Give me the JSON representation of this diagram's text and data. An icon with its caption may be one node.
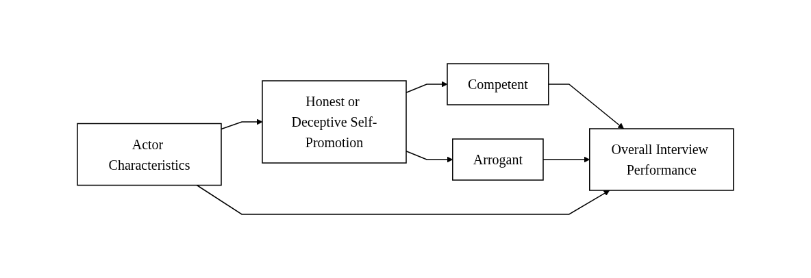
{
  "diagram": {
    "nodes": [
      {
        "text": [
          "Actor Characteristics"
        ]
      },
      {
        "text": [
          "Honest or Deceptive Self-Promotion"
        ]
      },
      {
        "text": [
          "Competent"
        ]
      },
      {
        "text": [
          "Arrogant"
        ]
      },
      {
        "text": [
          "Overall Interview Performance"
        ]
      }
    ],
    "edges": [
      {
        "from": 0,
        "to": 1,
        "arrow": "to"
      },
      {
        "from": 1,
        "to": 2,
        "arrow": "to"
      },
      {
        "from": 1,
        "to": 3,
        "arrow": "to"
      },
      {
        "from": 2,
        "to": 4,
        "arrow": "to"
      },
      {
        "from": 3,
        "to": 4,
        "arrow": "to"
      },
      {
        "from": 0,
        "to": 4,
        "arrow": "to"
      }
    ]
  }
}
